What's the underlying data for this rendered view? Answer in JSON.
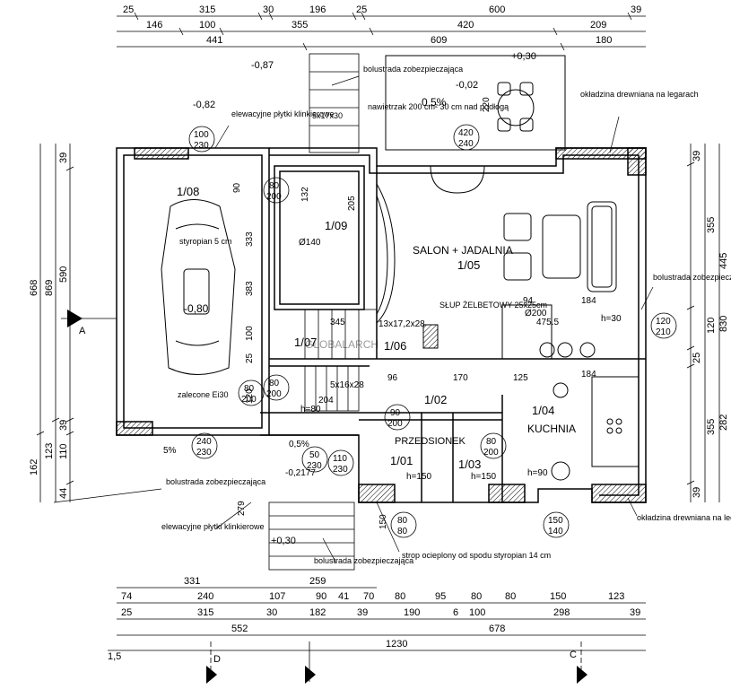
{
  "dims_top": {
    "row1": [
      "25",
      "315",
      "30",
      "196",
      "25",
      "600",
      "39"
    ],
    "row2": [
      "146",
      "100",
      "355",
      "420",
      "209"
    ],
    "row3": [
      "441",
      "609",
      "180"
    ]
  },
  "dims_bottom": {
    "row1": [
      "331",
      "259"
    ],
    "row2": [
      "74",
      "240",
      "107",
      "90",
      "41",
      "70",
      "80",
      "95",
      "80",
      "80",
      "150",
      "123"
    ],
    "row3": [
      "25",
      "315",
      "30",
      "182",
      "39",
      "190",
      "6",
      "100",
      "298",
      "39"
    ],
    "row4": [
      "552",
      "678"
    ],
    "row5": [
      "1,5",
      "1230"
    ]
  },
  "dims_left": {
    "outer": [
      "668",
      "869"
    ],
    "segments": [
      "39",
      "590",
      "39",
      "123",
      "110",
      "44",
      "162"
    ]
  },
  "dims_right": {
    "outer": [
      "355",
      "445",
      "830"
    ],
    "segments": [
      "39",
      "120",
      "25",
      "355",
      "282",
      "39"
    ]
  },
  "rooms": [
    {
      "name": "",
      "number": "1/08"
    },
    {
      "name": "",
      "number": "1/09"
    },
    {
      "name": "SALON + JADALNIA",
      "number": "1/05"
    },
    {
      "name": "",
      "number": "1/07"
    },
    {
      "name": "",
      "number": "1/06"
    },
    {
      "name": "",
      "number": "1/02"
    },
    {
      "name": "KUCHNIA",
      "number": "1/04"
    },
    {
      "name": "PRZEDSIONEK",
      "number": "1/01"
    },
    {
      "name": "",
      "number": "1/03"
    }
  ],
  "levels": [
    "-0,87",
    "-0,82",
    "-0,02",
    "+0,30",
    "-0,80",
    "+0,30"
  ],
  "openings": [
    {
      "w": "100",
      "h": "230"
    },
    {
      "w": "80",
      "h": "200"
    },
    {
      "w": "420",
      "h": "240"
    },
    {
      "w": "120",
      "h": "210"
    },
    {
      "w": "80",
      "h": "200"
    },
    {
      "w": "90",
      "h": "200"
    },
    {
      "w": "80",
      "h": "200"
    },
    {
      "w": "240",
      "h": "230"
    },
    {
      "w": "50",
      "h": "230"
    },
    {
      "w": "110",
      "h": "230"
    },
    {
      "w": "80",
      "h": "80"
    },
    {
      "w": "150",
      "h": "140"
    },
    {
      "w": "80",
      "h": "200"
    }
  ],
  "annotations": {
    "balustrade_top": "bolustrada zobezpieczająca",
    "balustrade_right": "bolustrada zobezpieczająca",
    "balustrade_left": "bolustrada zobezpieczająca",
    "balustrade_bottom": "bolustrada zobezpieczająca",
    "tiles_top": "elewacyjne płytki klinkierowe",
    "tiles_bottom": "elewacyjne płytki klinkierowe",
    "cladding_top": "okładzina drewniana na legarach",
    "cladding_bottom": "okładzina drewniana na legarach",
    "vent": "nawietrzak 200 cm² 30 cm nad podłogą",
    "stairs_top": "5x17x30",
    "styrofoam5": "styropian 5 cm",
    "column": "SŁUP ŻELBETOWY 25x25cm",
    "stairs_main": "13x17,2x28",
    "stairs_low": "5x16x28",
    "fire": "zalecone Ei30",
    "ceiling": "strop ocieplony od spodu styropian 14 cm",
    "slope": "0,5%",
    "slope2": "0,5%",
    "slope3": "5%",
    "slope4": "-0,2177",
    "phi140": "Ø140",
    "phi200": "Ø200",
    "h80": "h=80",
    "h30": "h=30",
    "h90": "h=90",
    "h150a": "h=150",
    "h150b": "h=150",
    "dim_345": "345",
    "dim_94": "94",
    "dim_184a": "184",
    "dim_4755": "475.5",
    "dim_184b": "184",
    "dim_96": "96",
    "dim_170": "170",
    "dim_125": "125",
    "dim_204": "204",
    "dim_279": "279",
    "dim_150": "150",
    "dim_220": "220",
    "dim_132": "132",
    "dim_205": "205",
    "dim_333": "333",
    "dim_383": "383",
    "dim_100v": "100",
    "dim_120v": "120",
    "dim_90v": "90",
    "dim_25v": "25"
  },
  "section_marks": [
    "A",
    "D",
    "C"
  ],
  "watermark": "GLOBALARCH"
}
